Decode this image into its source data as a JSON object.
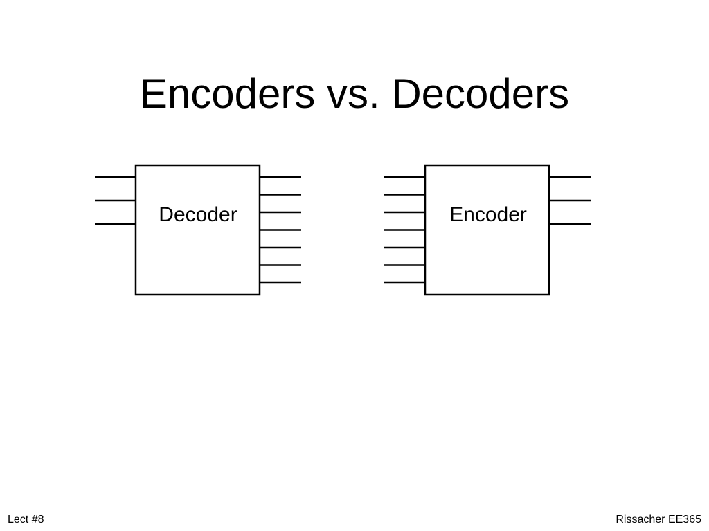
{
  "slide": {
    "title": "Encoders vs. Decoders"
  },
  "blocks": {
    "decoder": {
      "label": "Decoder",
      "input_lines": 3,
      "output_lines": 7
    },
    "encoder": {
      "label": "Encoder",
      "input_lines": 7,
      "output_lines": 3
    }
  },
  "footer": {
    "left": "Lect #8",
    "right": "Rissacher EE365"
  },
  "colors": {
    "line": "#000000",
    "background": "#ffffff"
  }
}
